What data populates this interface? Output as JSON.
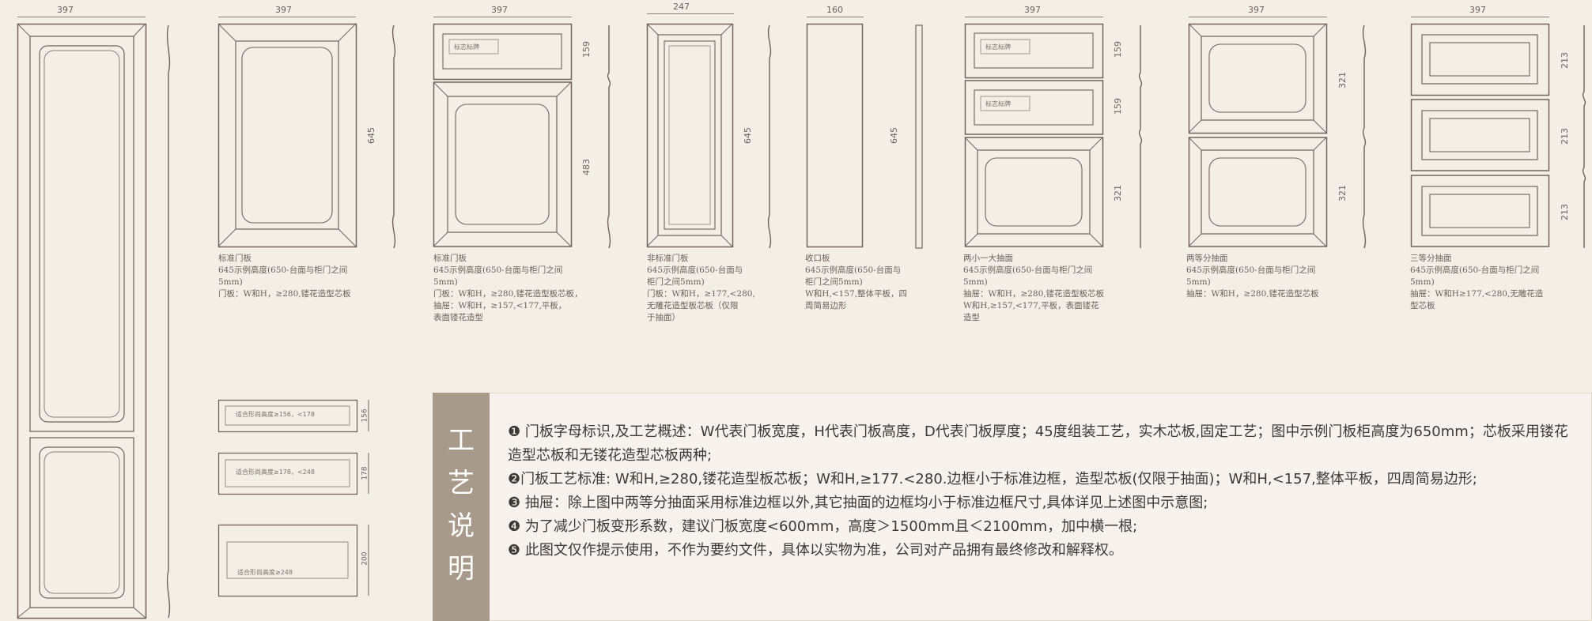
{
  "dimensions": {
    "d1_width": "397",
    "d2_width": "397",
    "d2_height": "645",
    "d3_width": "397",
    "d3_top": "159",
    "d3_bottom": "483",
    "d4_width": "247",
    "d4_height": "645",
    "d5_width": "160",
    "d5_height": "645",
    "d6_width": "397",
    "d6_top": "159",
    "d6_mid": "159",
    "d6_bottom": "321",
    "d7_width": "397",
    "d7_top": "321",
    "d7_bottom": "321",
    "d8_width": "397",
    "d8_a": "213",
    "d8_b": "213",
    "d8_c": "213"
  },
  "captions": {
    "c2": "标准门板\n645示例高度(650-台面与柜门之间\n5mm)\n门板：W和H，≥280,镂花造型芯板",
    "c3": "标准门板\n645示例高度(650-台面与柜门之间\n5mm)\n门板：W和H，≥280,镂花造型板芯板，\n抽屉：W和H，≥157,<177,平板，\n表面镂花造型",
    "c4": "非标准门板\n645示例高度(650-台面与\n柜门之间5mm)\n门板：W和H，≥177,<280,\n无雕花造型板芯板（仅限\n于抽面）",
    "c5": "收口板\n645示例高度(650-台面与\n柜门之间5mm)\nW和H,<157,整体平板，四\n周简易边形",
    "c6": "两小一大抽面\n645示例高度(650-台面与柜门之间\n5mm)\n抽屉：W和H，≥280,镂花造型板芯板\nW和H,≥157,<177,平板，表面镂花\n造型",
    "c7": "两等分抽面\n645示例高度(650-台面与柜门之间\n5mm)\n抽屉：W和H，≥280,镂花造型芯板",
    "c8": "三等分抽面\n645示例高度(650-台面与柜门之间\n5mm)\n抽屉：W和H≥177,<280,无雕花造\n型芯板"
  },
  "small_drawers": {
    "s1_label": "适合形尚高度≥156，<178",
    "s1_dim": "156",
    "s2_label": "适合形尚高度≥178，<248",
    "s2_dim": "178",
    "s3_label": "适合形尚高度≥248",
    "s3_dim": "200"
  },
  "panel": {
    "title": [
      "工",
      "艺",
      "说",
      "明"
    ],
    "notes": [
      "❶ 门板字母标识,及工艺概述：W代表门板宽度，H代表门板高度，D代表门板厚度；45度组装工艺，实木芯板,固定工艺；图中示例门板柜高度为650mm；芯板采用镂花造型芯板和无镂花造型芯板两种;",
      "❷门板工艺标准: W和H,≥280,镂花造型板芯板；W和H,≥177.<280.边框小于标准边框，造型芯板(仅限于抽面)；W和H,<157,整体平板，四周简易边形;",
      "❸ 抽屉：除上图中两等分抽面采用标准边框以外,其它抽面的边框均小于标准边框尺寸,具体详见上述图中示意图;",
      "❹ 为了减少门板变形系数，建议门板宽度<600mm，高度＞1500mm且＜2100mm，加中横一根;",
      "❺  此图文仅作提示使用，不作为要约文件，具体以实物为准，公司对产品拥有最终修改和解释权。"
    ]
  },
  "colors": {
    "background": "#f4efe6",
    "line": "#6d655c",
    "panel_title": "#a79a8a"
  }
}
